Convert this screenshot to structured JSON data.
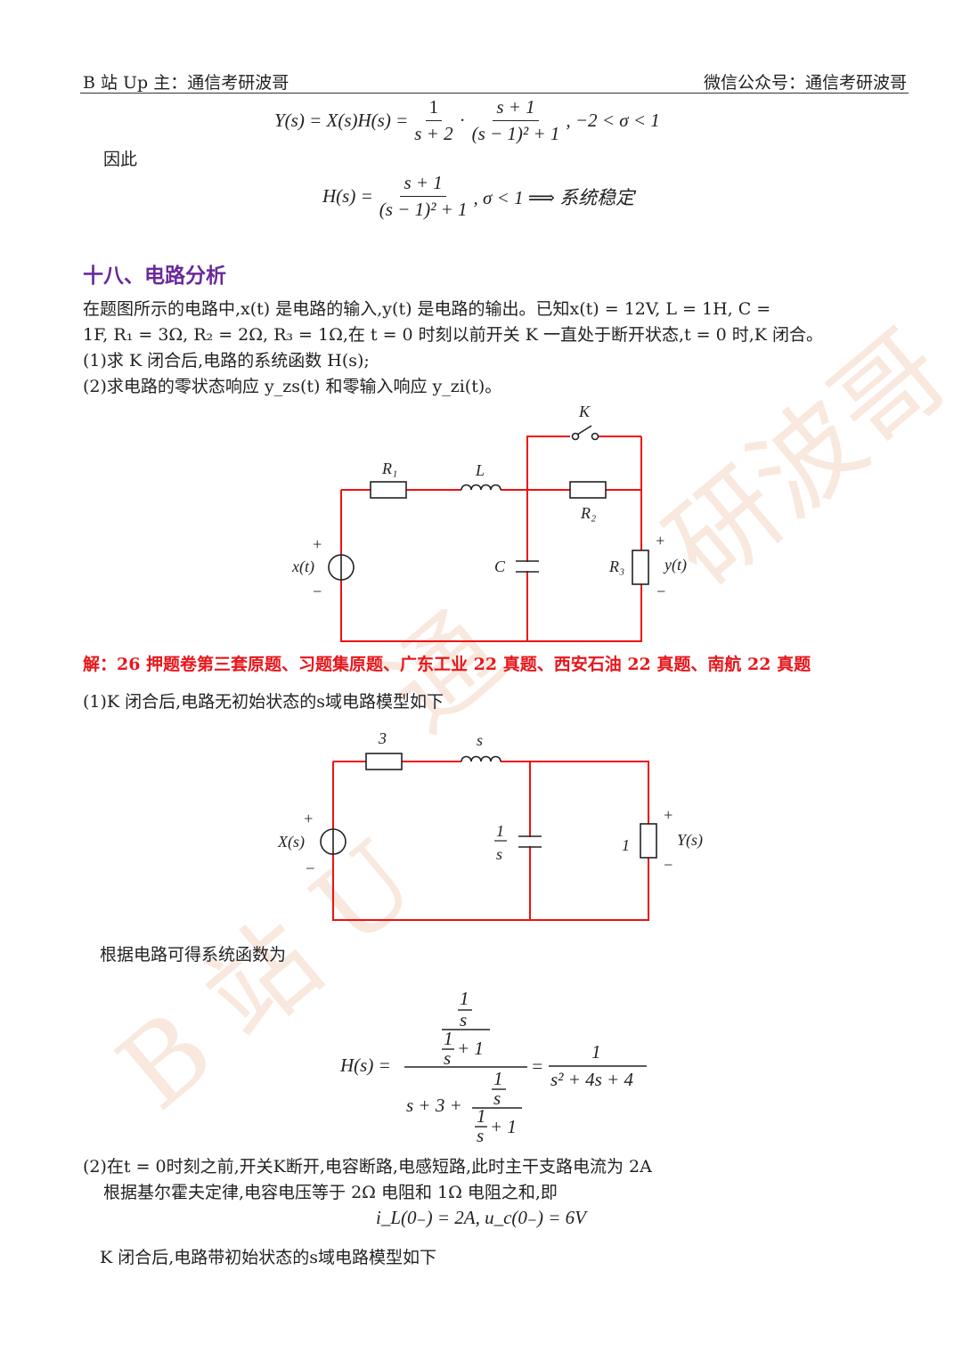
{
  "header": {
    "left": "B 站 Up 主：通信考研波哥",
    "right": "微信公众号：通信考研波哥"
  },
  "eq1": {
    "lhs": "Y(s) = X(s)H(s) =",
    "f1_num": "1",
    "f1_den": "s + 2",
    "dot": "·",
    "f2_num": "s + 1",
    "f2_den": "(s − 1)² + 1",
    "tail": ", −2 < σ < 1"
  },
  "therefore": "因此",
  "eq2": {
    "lhs": "H(s) =",
    "num": "s + 1",
    "den": "(s − 1)² + 1",
    "tail": ", σ < 1 ⟹ 系统稳定"
  },
  "section_title": "十八、电路分析",
  "problem": {
    "line1": "在题图所示的电路中,x(t) 是电路的输入,y(t) 是电路的输出。已知x(t) = 12V, L = 1H, C =",
    "line2": "1F, R₁ = 3Ω, R₂ = 2Ω, R₃ = 1Ω,在 t = 0 时刻以前开关 K 一直处于断开状态,t = 0 时,K 闭合。",
    "line3": "(1)求 K 闭合后,电路的系统函数 H(s);",
    "line4": "(2)求电路的零状态响应 y_zs(t) 和零输入响应 y_zi(t)。"
  },
  "circuit1": {
    "K": "K",
    "R1": "R₁",
    "L": "L",
    "R2": "R₂",
    "C": "C",
    "R3": "R₃",
    "x": "x(t)",
    "y": "y(t)",
    "plus": "+",
    "minus": "−"
  },
  "solution_source": "解：26 押题卷第三套原题、习题集原题、广东工业 22 真题、西安石油 22 真题、南航 22 真题",
  "part1": "(1)K 闭合后,电路无初始状态的s域电路模型如下",
  "circuit2": {
    "R": "3",
    "L": "s",
    "Cnum": "1",
    "Cden": "s",
    "R3": "1",
    "X": "X(s)",
    "Y": "Y(s)",
    "plus": "+",
    "minus": "−"
  },
  "part1b": "根据电路可得系统函数为",
  "eq3": {
    "lhs": "H(s) =",
    "one": "1",
    "s": "s",
    "plus1": "+ 1",
    "s3": "s + 3 +",
    "eq": "=",
    "rhs_num": "1",
    "rhs_den": "s² + 4s + 4"
  },
  "part2": {
    "line1": "(2)在t = 0时刻之前,开关K断开,电容断路,电感短路,此时主干支路电流为 2A",
    "line2": "根据基尔霍夫定律,电容电压等于 2Ω 电阻和 1Ω 电阻之和,即",
    "eq": "i_L(0₋) = 2A, u_c(0₋) = 6V",
    "line3": "K 闭合后,电路带初始状态的s域电路模型如下"
  },
  "watermark": {
    "a": "B 站 U",
    "b": "通",
    "c": "研波哥"
  }
}
